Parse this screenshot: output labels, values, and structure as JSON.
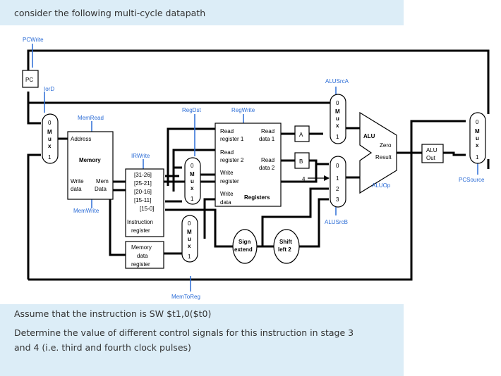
{
  "header": {
    "title": "consider the following multi-cycle datapath"
  },
  "question": {
    "line1": "Assume that the instruction is  SW $t1,0($t0)",
    "line2": "Determine the value of different control signals  for this instruction in stage 3",
    "line3": "and 4 (i.e. third  and fourth clock pulses)"
  },
  "diagram": {
    "signals": {
      "pcwrite": "PCWrite",
      "iord": "IorD",
      "memread": "MemRead",
      "memwrite": "MemWrite",
      "irwrite": "IRWrite",
      "regdst": "RegDst",
      "regwrite": "RegWrite",
      "memtoreg": "MemToReg",
      "alusrca": "ALUSrcA",
      "alusrcb": "ALUSrcB",
      "aluop": "ALUOp",
      "pcsource": "PCSource"
    },
    "pc": "PC",
    "memory": {
      "address": "Address",
      "title": "Memory",
      "write": "Write",
      "mem": "Mem",
      "data": "data",
      "data2": "Data"
    },
    "ir_fields": [
      "[31-26]",
      "[25-21]",
      "[20-16]",
      "[15-11]",
      "[15-0]"
    ],
    "ir": {
      "line1": "Instruction",
      "line2": "register"
    },
    "mdr": {
      "line1": "Memory",
      "line2": "data",
      "line3": "register"
    },
    "registers": {
      "read_reg1_a": "Read",
      "read_reg1_b": "register 1",
      "read_data1_a": "Read",
      "read_data1_b": "data 1",
      "read_reg2_a": "Read",
      "read_reg2_b": "register 2",
      "read_data2_a": "Read",
      "read_data2_b": "data 2",
      "write_reg_a": "Write",
      "write_reg_b": "register",
      "write_data_a": "Write",
      "write_data_b": "data",
      "title": "Registers"
    },
    "a": "A",
    "b": "B",
    "const4": "4",
    "sign_extend": {
      "line1": "Sign",
      "line2": "extend"
    },
    "shift_left": {
      "line1": "Shift",
      "line2": "left 2"
    },
    "alu": {
      "title": "ALU",
      "zero": "Zero",
      "result": "Result"
    },
    "aluout": {
      "line1": "ALU",
      "line2": "Out"
    },
    "mux_word": [
      "M",
      "u",
      "x"
    ],
    "mux_inputs": [
      "0",
      "1",
      "2",
      "3"
    ]
  }
}
